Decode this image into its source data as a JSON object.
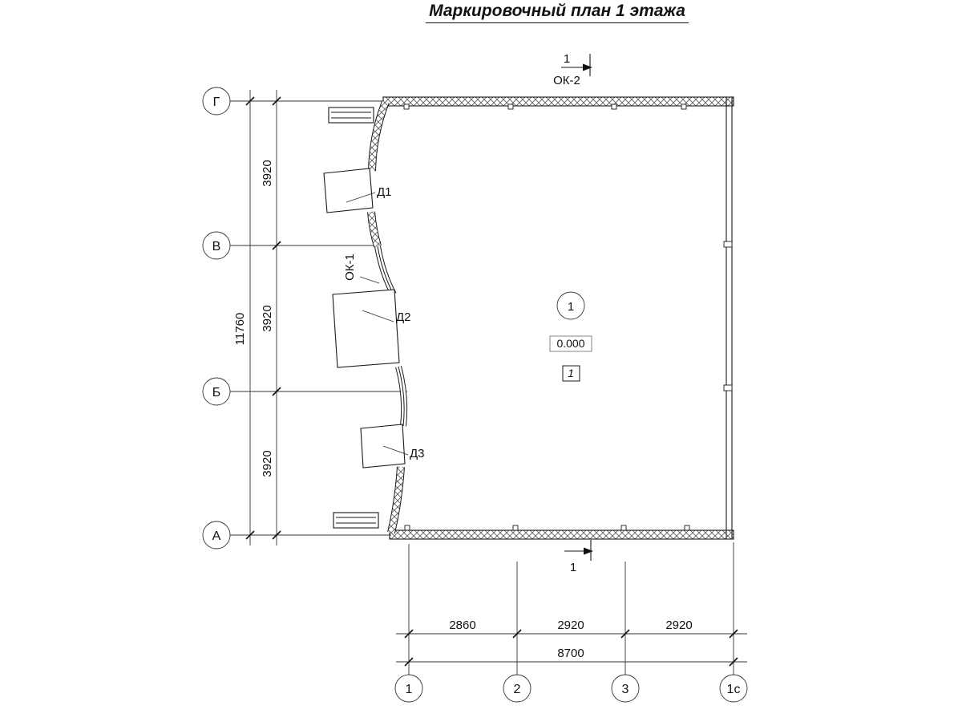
{
  "title": "Маркировочный план 1 этажа",
  "axes": {
    "rows": [
      {
        "label": "Г"
      },
      {
        "label": "В"
      },
      {
        "label": "Б"
      },
      {
        "label": "А"
      }
    ],
    "cols": [
      {
        "label": "1"
      },
      {
        "label": "2"
      },
      {
        "label": "3"
      },
      {
        "label": "1с"
      }
    ]
  },
  "dims": {
    "left": {
      "segments": [
        "3920",
        "3920",
        "3920"
      ],
      "total": "11760"
    },
    "bottom": {
      "segments": [
        "2860",
        "2920",
        "2920"
      ],
      "total": "8700"
    }
  },
  "marks": {
    "section_top": {
      "number": "1",
      "window": "ОК-2"
    },
    "section_bottom": {
      "number": "1"
    },
    "doors": {
      "d1": "Д1",
      "d2": "Д2",
      "d3": "Д3"
    },
    "window_left": "ОК-1",
    "room": {
      "number": "1",
      "level": "0.000",
      "zone": "1"
    }
  },
  "colors": {
    "line": "#1a1a1a",
    "background": "#ffffff"
  }
}
